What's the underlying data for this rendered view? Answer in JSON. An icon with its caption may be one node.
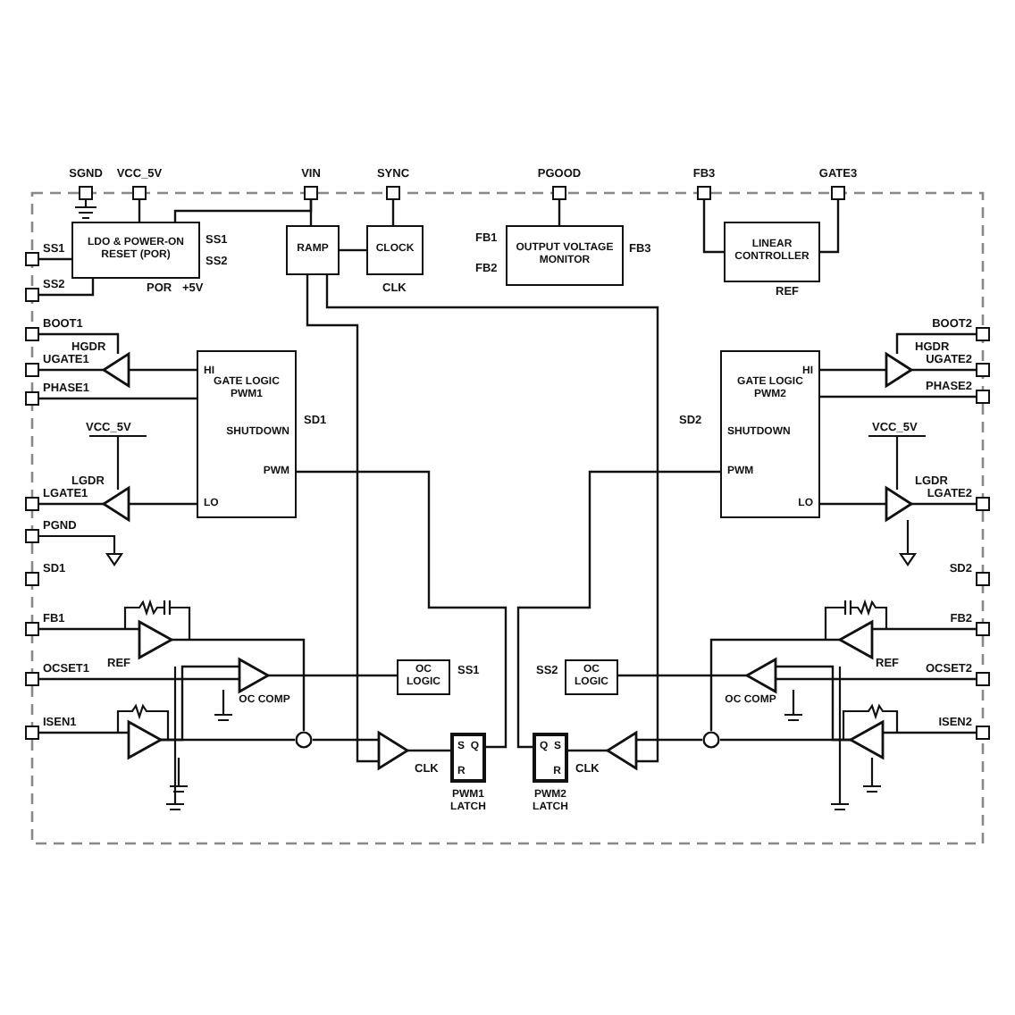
{
  "diagram": {
    "nodes": [
      {
        "text": [
          "SGND"
        ]
      },
      {
        "text": [
          "VCC_5V"
        ]
      },
      {
        "text": [
          "VIN"
        ]
      },
      {
        "text": [
          "SYNC"
        ]
      },
      {
        "text": [
          "PGOOD"
        ]
      },
      {
        "text": [
          "FB3"
        ]
      },
      {
        "text": [
          "GATE3"
        ]
      },
      {
        "text": [
          "LDO & POWER-ON RESET (POR)"
        ],
        "beside": [
          "SS1",
          "SS2",
          "POR",
          "+5V"
        ]
      },
      {
        "text": [
          "RAMP"
        ]
      },
      {
        "text": [
          "CLOCK"
        ],
        "beside": [
          "CLK"
        ]
      },
      {
        "text": [
          "OUTPUT VOLTAGE MONITOR"
        ],
        "beside": [
          "FB1",
          "FB2",
          "FB3"
        ]
      },
      {
        "text": [
          "LINEAR CONTROLLER"
        ],
        "beside": [
          "REF"
        ]
      },
      {
        "text": [
          "SS1"
        ]
      },
      {
        "text": [
          "SS2"
        ]
      },
      {
        "text": [
          "BOOT1"
        ]
      },
      {
        "text": [
          "UGATE1"
        ]
      },
      {
        "text": [
          "PHASE1"
        ]
      },
      {
        "text": [
          "GATE LOGIC PWM1",
          "HI",
          "SHUTDOWN",
          "PWM",
          "LO"
        ],
        "beside": [
          "SD1"
        ]
      },
      {
        "text": [],
        "shape": "triangle",
        "beside": [
          "HGDR"
        ]
      },
      {
        "text": [],
        "shape": "triangle",
        "beside": [
          "LGDR"
        ]
      },
      {
        "text": [
          "LGATE1"
        ]
      },
      {
        "text": [
          "PGND"
        ]
      },
      {
        "text": [
          "SD1"
        ]
      },
      {
        "text": [
          "FB1"
        ]
      },
      {
        "text": [],
        "shape": "triangle",
        "beside": [
          "REF"
        ]
      },
      {
        "text": [
          "OCSET1"
        ]
      },
      {
        "text": [],
        "shape": "triangle",
        "beside": [
          "OC COMP"
        ]
      },
      {
        "text": [
          "OC LOGIC"
        ],
        "beside": [
          "SS1"
        ]
      },
      {
        "text": [
          "ISEN1"
        ]
      },
      {
        "text": [],
        "shape": "triangle"
      },
      {
        "text": [],
        "shape": "circle"
      },
      {
        "text": [],
        "shape": "triangle"
      },
      {
        "text": [
          "S",
          "Q",
          "R"
        ],
        "beside": [
          "CLK",
          "PWM1 LATCH"
        ]
      },
      {
        "text": [
          "GATE LOGIC PWM2",
          "HI",
          "SHUTDOWN",
          "PWM",
          "LO"
        ],
        "beside": [
          "SD2"
        ]
      },
      {
        "text": [
          "BOOT2"
        ]
      },
      {
        "text": [
          "UGATE2"
        ]
      },
      {
        "text": [
          "PHASE2"
        ]
      },
      {
        "text": [],
        "shape": "triangle",
        "beside": [
          "HGDR"
        ]
      },
      {
        "text": [],
        "shape": "triangle",
        "beside": [
          "LGDR"
        ]
      },
      {
        "text": [
          "LGATE2"
        ]
      },
      {
        "text": [
          "SD2"
        ]
      },
      {
        "text": [
          "FB2"
        ]
      },
      {
        "text": [],
        "shape": "triangle",
        "beside": [
          "REF"
        ]
      },
      {
        "text": [
          "OCSET2"
        ]
      },
      {
        "text": [],
        "shape": "triangle",
        "beside": [
          "OC COMP"
        ]
      },
      {
        "text": [
          "OC LOGIC"
        ],
        "beside": [
          "SS2"
        ]
      },
      {
        "text": [
          "ISEN2"
        ]
      },
      {
        "text": [],
        "shape": "triangle"
      },
      {
        "text": [],
        "shape": "circle"
      },
      {
        "text": [],
        "shape": "triangle"
      },
      {
        "text": [
          "Q",
          "S",
          "R"
        ],
        "beside": [
          "CLK",
          "PWM2 LATCH"
        ]
      }
    ],
    "edges": [
      {
        "from": 1,
        "to": 7,
        "arrow": "none"
      },
      {
        "from": 2,
        "to": 8,
        "arrow": "none"
      },
      {
        "from": 2,
        "to": 7,
        "arrow": "none"
      },
      {
        "from": 3,
        "to": 9,
        "arrow": "none"
      },
      {
        "from": 8,
        "to": 9,
        "arrow": "none"
      },
      {
        "from": 4,
        "to": 10,
        "arrow": "none"
      },
      {
        "from": 5,
        "to": 11,
        "arrow": "none"
      },
      {
        "from": 6,
        "to": 11,
        "arrow": "none"
      },
      {
        "from": 12,
        "to": 7,
        "arrow": "none"
      },
      {
        "from": 13,
        "to": 7,
        "arrow": "none"
      },
      {
        "from": 14,
        "to": 18,
        "arrow": "none"
      },
      {
        "from": 18,
        "to": 15,
        "arrow": "none"
      },
      {
        "from": 17,
        "to": 18,
        "arrow": "none"
      },
      {
        "from": 16,
        "to": 17,
        "arrow": "none"
      },
      {
        "from": 17,
        "to": 19,
        "arrow": "none"
      },
      {
        "from": 19,
        "to": 20,
        "arrow": "none"
      },
      {
        "from": 23,
        "to": 24,
        "arrow": "none"
      },
      {
        "from": 24,
        "to": 30,
        "arrow": "none"
      },
      {
        "from": 25,
        "to": 26,
        "arrow": "none"
      },
      {
        "from": 26,
        "to": 27,
        "arrow": "none"
      },
      {
        "from": 28,
        "to": 29,
        "arrow": "none"
      },
      {
        "from": 29,
        "to": 30,
        "arrow": "none"
      },
      {
        "from": 29,
        "to": 26,
        "arrow": "none"
      },
      {
        "from": 30,
        "to": 31,
        "arrow": "none"
      },
      {
        "from": 8,
        "to": 31,
        "arrow": "none"
      },
      {
        "from": 8,
        "to": 47,
        "arrow": "none"
      },
      {
        "from": 31,
        "to": 32,
        "arrow": "none"
      },
      {
        "from": 32,
        "to": 17,
        "arrow": "none"
      },
      {
        "from": 34,
        "to": 37,
        "arrow": "none"
      },
      {
        "from": 37,
        "to": 35,
        "arrow": "none"
      },
      {
        "from": 33,
        "to": 37,
        "arrow": "none"
      },
      {
        "from": 36,
        "to": 33,
        "arrow": "none"
      },
      {
        "from": 33,
        "to": 38,
        "arrow": "none"
      },
      {
        "from": 38,
        "to": 39,
        "arrow": "none"
      },
      {
        "from": 41,
        "to": 42,
        "arrow": "none"
      },
      {
        "from": 42,
        "to": 48,
        "arrow": "none"
      },
      {
        "from": 43,
        "to": 44,
        "arrow": "none"
      },
      {
        "from": 44,
        "to": 45,
        "arrow": "none"
      },
      {
        "from": 46,
        "to": 49,
        "arrow": "none"
      },
      {
        "from": 49,
        "to": 48,
        "arrow": "none"
      },
      {
        "from": 49,
        "to": 44,
        "arrow": "none"
      },
      {
        "from": 48,
        "to": 47,
        "arrow": "none"
      },
      {
        "from": 47,
        "to": 50,
        "arrow": "none"
      },
      {
        "from": 50,
        "to": 33,
        "arrow": "none"
      }
    ],
    "labels": [
      "VCC_5V",
      "VCC_5V"
    ]
  }
}
